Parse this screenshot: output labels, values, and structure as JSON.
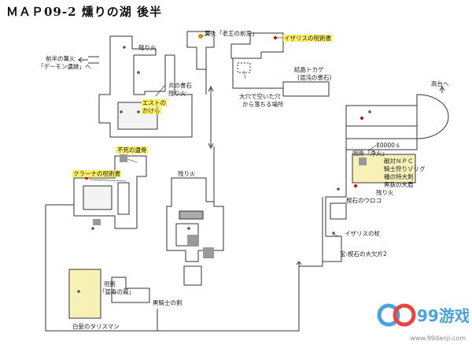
{
  "title": "ＭＡＰ09-2 燻りの湖 後半",
  "labels": {
    "previous_bonfire": "前半の篝火",
    "demon_ruins": "「デーモン遺跡」へ",
    "bonfire_1": "残り火",
    "bonfire_top": "篝火「老王の前室」",
    "izalith_pyromancy_tome": "イザリスの呪術書",
    "crystal_lizard": "結晶トカゲ",
    "dregs_tome": "(混沌の書石)",
    "hole_floor": "大穴で空いた穴",
    "hole_floor_2": "から落ちる場所",
    "flame_stone": "炎の書石",
    "ember_2": "残り火",
    "estus": "エストの",
    "estus_2": "かけら",
    "highland": "高台へ",
    "undead_bone": "不死の遺骨",
    "quelana_tome": "クラーナの呪術書",
    "ember_3": "残り火",
    "souls_10000": "10000ｓ",
    "pyromancy_flame": "呪術「浄火」",
    "hostile_npc": "敵対ＮＰＣ",
    "knight_hunter": "騎士狩りゾリグ",
    "ring_special": "種の特大剣",
    "black_knight_shield": "黒鉄の大盾",
    "ember_4": "残り火",
    "twinkling_titanite": "楔石のウロコ",
    "izalith_staff": "イザリスの杖",
    "titanite_chunk": "宝:楔石の大欠片2",
    "pyromancy_poison": "呪術",
    "poison_mist": "「猛毒の霧」",
    "black_knight_sword": "黒騎士の剣",
    "talisman": "白髪のタリスマン"
  },
  "watermark": {
    "brand": "99游戏",
    "url": "www.99danji.com"
  },
  "colors": {
    "line": "#333333",
    "highlight": "#fff066",
    "wall": "#aaaaaa",
    "marker": "#cc0000",
    "bonfire": "#e08a00",
    "watermark": "#4aa3df"
  }
}
